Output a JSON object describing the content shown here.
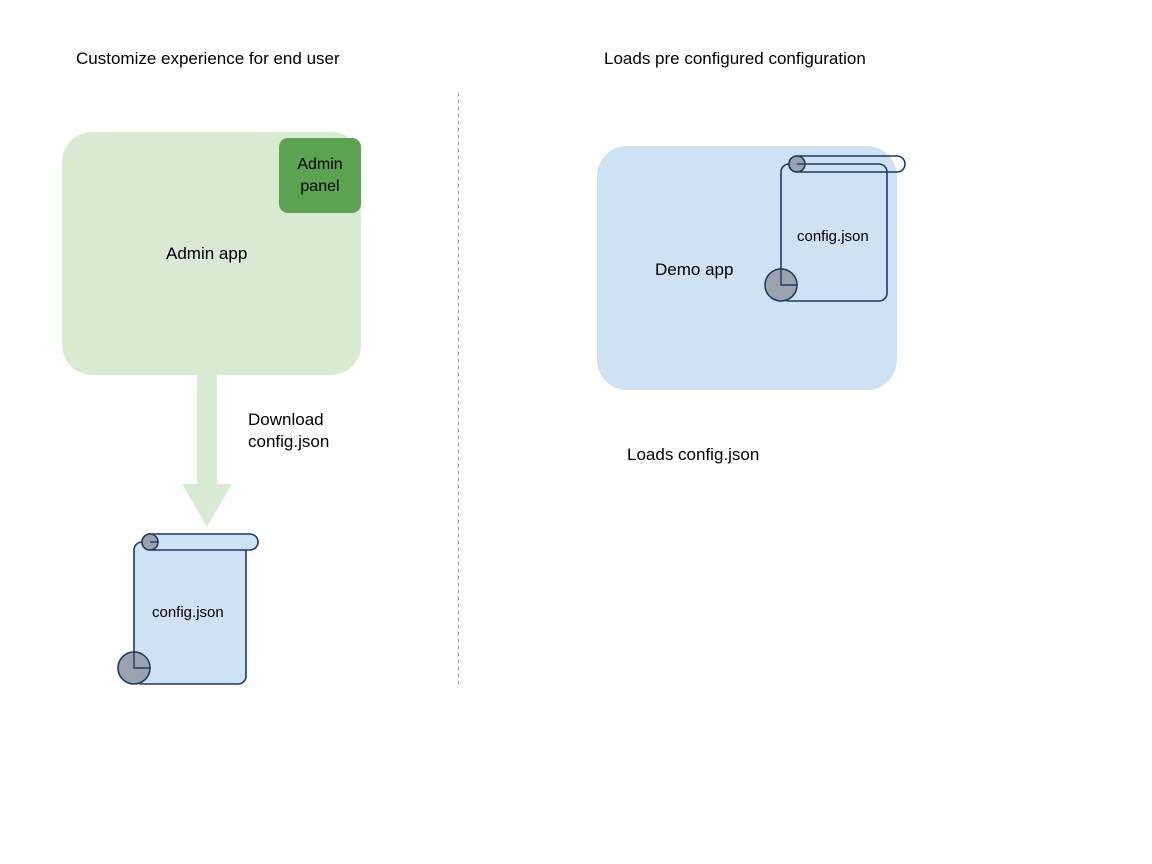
{
  "diagram": {
    "title_left": "Customize experience for end user",
    "title_right": "Loads pre configured configuration",
    "divider": "dotted-vertical-divider",
    "colors": {
      "admin_app_fill": "#d9ead3",
      "admin_panel_fill": "#5ba351",
      "demo_app_fill": "#cfe2f3",
      "document_fill": "#cfe2f3",
      "document_stroke": "#1f3864",
      "curl_fill": "#9aa3ad",
      "arrow_fill": "#d9ead3",
      "text": "#000000"
    },
    "left": {
      "app_label": "Admin app",
      "panel_label": "Admin\npanel",
      "panel_label_line1": "Admin",
      "panel_label_line2": "panel",
      "arrow": {
        "direction": "down",
        "label_line1": "Download",
        "label_line2": "config.json"
      },
      "document_label": "config.json"
    },
    "right": {
      "app_label": "Demo app",
      "document_label": "config.json",
      "caption": "Loads config.json"
    }
  }
}
